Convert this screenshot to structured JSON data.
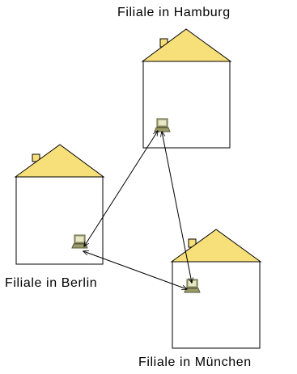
{
  "branches": {
    "hamburg": {
      "label": "Filiale in Hamburg"
    },
    "berlin": {
      "label": "Filiale in Berlin"
    },
    "muenchen": {
      "label": "Filiale in München"
    }
  },
  "colors": {
    "roof": "#f7e07a",
    "chimney": "#f7e07a",
    "outline": "#000000",
    "wall": "#ffffff",
    "computer": "#8a8a60"
  },
  "icons": [
    "house-icon",
    "computer-icon",
    "double-arrow"
  ]
}
